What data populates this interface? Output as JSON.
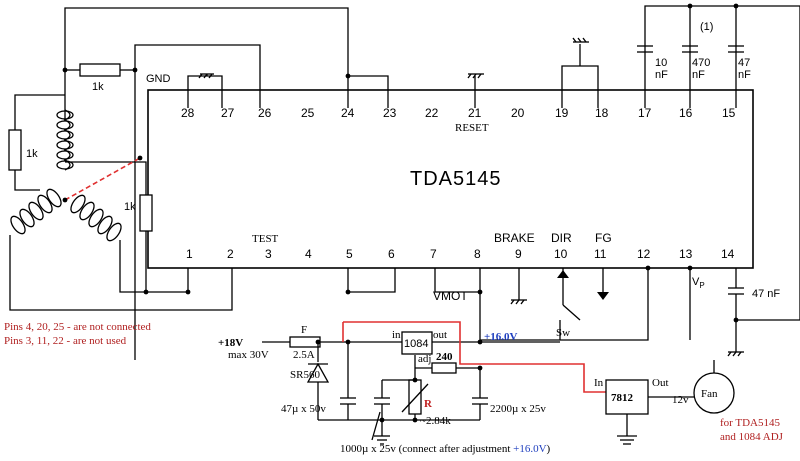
{
  "chip": {
    "name": "TDA5145"
  },
  "pins_top": [
    "28",
    "27",
    "26",
    "25",
    "24",
    "23",
    "22",
    "21",
    "20",
    "19",
    "18",
    "17",
    "16",
    "15"
  ],
  "pins_bottom": [
    "1",
    "2",
    "3",
    "4",
    "5",
    "6",
    "7",
    "8",
    "9",
    "10",
    "11",
    "12",
    "13",
    "14"
  ],
  "pin_labels": {
    "gnd": "GND",
    "reset": "RESET",
    "test": "TEST",
    "brake": "BRAKE",
    "dir": "DIR",
    "fg": "FG",
    "vmot": "VMOT",
    "vp_main": "V",
    "vp_sub": "P"
  },
  "caps_top": {
    "c17_value": "10",
    "c17_unit": "nF",
    "c16_value": "470",
    "c16_unit": "nF",
    "c15_value": "47",
    "c15_unit": "nF",
    "note": "(1)"
  },
  "cap14": "47 nF",
  "resistors": {
    "r_top": "1k",
    "r_left": "1k",
    "r_mid": "1k"
  },
  "notes": {
    "line1": "Pins 4, 20, 25 - are not connected",
    "line2": "Pins 3, 11, 22 - are not used"
  },
  "supply": {
    "input": "+18V",
    "input_max": "max 30V",
    "fuse_label": "F",
    "fuse_rating": "2.5A",
    "diode": "SR560",
    "cap_in": "47µ x 50v"
  },
  "regulator_adj": {
    "name": "1084",
    "pin_in": "in",
    "pin_out": "out",
    "pin_adj": "adj",
    "output": "+16.0V",
    "r_fixed": "240",
    "r_var_label": "R",
    "r_var_value": "~2.84k",
    "cap_adj": "1000µ x 25v (connect after adjustment",
    "cap_adj_voltage": "+16.0V",
    "cap_adj_close": ")",
    "cap_out": "2200µ x 25v"
  },
  "switch": {
    "label": "Sw"
  },
  "regulator_fan": {
    "name": "7812",
    "pin_in": "In",
    "pin_out": "Out",
    "output": "12v"
  },
  "fan": {
    "label": "Fan",
    "note1": "for TDA5145",
    "note2": "and 1084 ADJ"
  }
}
